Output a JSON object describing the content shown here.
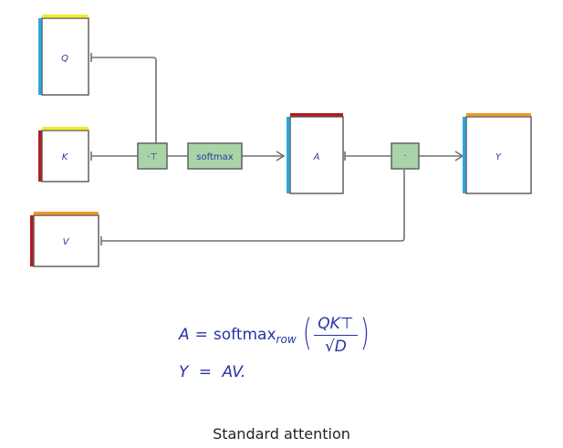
{
  "diagram": {
    "matrices": {
      "q": {
        "label": "Q",
        "colors": {
          "left": "#29a8e0",
          "top": "#f2e830"
        }
      },
      "k": {
        "label": "K",
        "colors": {
          "left": "#b01c24",
          "top": "#f2e830"
        }
      },
      "v": {
        "label": "V",
        "colors": {
          "left": "#b01c24",
          "top": "#ec9a2c"
        }
      },
      "a": {
        "label": "A",
        "colors": {
          "left": "#29a8e0",
          "top": "#b01c24"
        }
      },
      "y": {
        "label": "Y",
        "colors": {
          "left": "#29a8e0",
          "top": "#ec9a2c"
        }
      }
    },
    "ops": {
      "transpose": {
        "label": "·⊤"
      },
      "softmax": {
        "label": "softmax"
      },
      "product": {
        "label": "·"
      }
    },
    "colors": {
      "op_fill": "#a8d4a8",
      "op_border": "#606060",
      "line": "#707070",
      "text": "#2a3a9a"
    }
  },
  "equations": {
    "eq1": {
      "lhs": "A",
      "equals": "=",
      "func": "softmax",
      "func_sub": "row",
      "numerator": "QK⊤",
      "denominator": "√D",
      "open_paren": "(",
      "close_paren": ")"
    },
    "eq2": {
      "lhs": "Y",
      "equals": "=",
      "rhs": "AV."
    }
  },
  "caption": "Standard attention"
}
